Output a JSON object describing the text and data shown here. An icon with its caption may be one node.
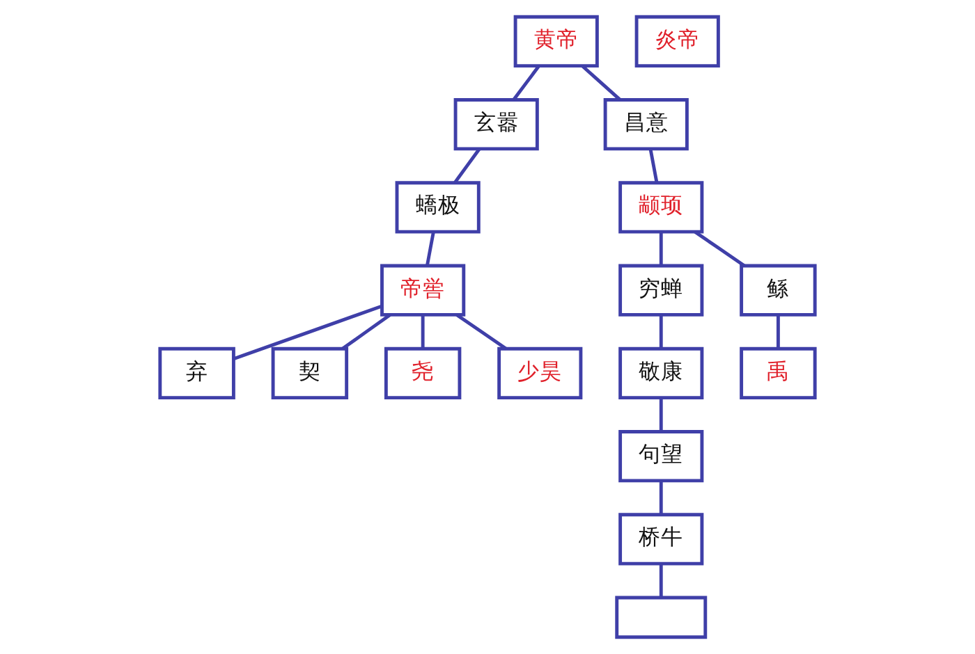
{
  "diagram": {
    "nodes": [
      {
        "text": [
          "黄帝"
        ]
      },
      {
        "text": [
          "炎帝"
        ]
      },
      {
        "text": [
          "玄嚣"
        ]
      },
      {
        "text": [
          "昌意"
        ]
      },
      {
        "text": [
          "蟜极"
        ]
      },
      {
        "text": [
          "颛顼"
        ]
      },
      {
        "text": [
          "帝喾"
        ]
      },
      {
        "text": [
          "穷蝉"
        ]
      },
      {
        "text": [
          "鲧"
        ]
      },
      {
        "text": [
          "弃"
        ]
      },
      {
        "text": [
          "契"
        ]
      },
      {
        "text": [
          "尧"
        ]
      },
      {
        "text": [
          "少昊"
        ]
      },
      {
        "text": [
          "敬康"
        ]
      },
      {
        "text": [
          "禹"
        ]
      },
      {
        "text": [
          "句望"
        ]
      },
      {
        "text": [
          "桥牛"
        ]
      },
      {
        "text": [],
        "shape": "box"
      }
    ],
    "edges": [
      {
        "from": 0,
        "to": 2,
        "arrow": "none"
      },
      {
        "from": 0,
        "to": 3,
        "arrow": "none"
      },
      {
        "from": 2,
        "to": 4,
        "arrow": "none"
      },
      {
        "from": 3,
        "to": 5,
        "arrow": "none"
      },
      {
        "from": 4,
        "to": 6,
        "arrow": "none"
      },
      {
        "from": 5,
        "to": 7,
        "arrow": "none"
      },
      {
        "from": 5,
        "to": 8,
        "arrow": "none"
      },
      {
        "from": 6,
        "to": 9,
        "arrow": "none"
      },
      {
        "from": 6,
        "to": 10,
        "arrow": "none"
      },
      {
        "from": 6,
        "to": 11,
        "arrow": "none"
      },
      {
        "from": 6,
        "to": 12,
        "arrow": "none"
      },
      {
        "from": 7,
        "to": 13,
        "arrow": "none"
      },
      {
        "from": 8,
        "to": 14,
        "arrow": "none"
      },
      {
        "from": 13,
        "to": 15,
        "arrow": "none"
      },
      {
        "from": 15,
        "to": 16,
        "arrow": "none"
      },
      {
        "from": 16,
        "to": 17,
        "arrow": "none"
      }
    ]
  }
}
